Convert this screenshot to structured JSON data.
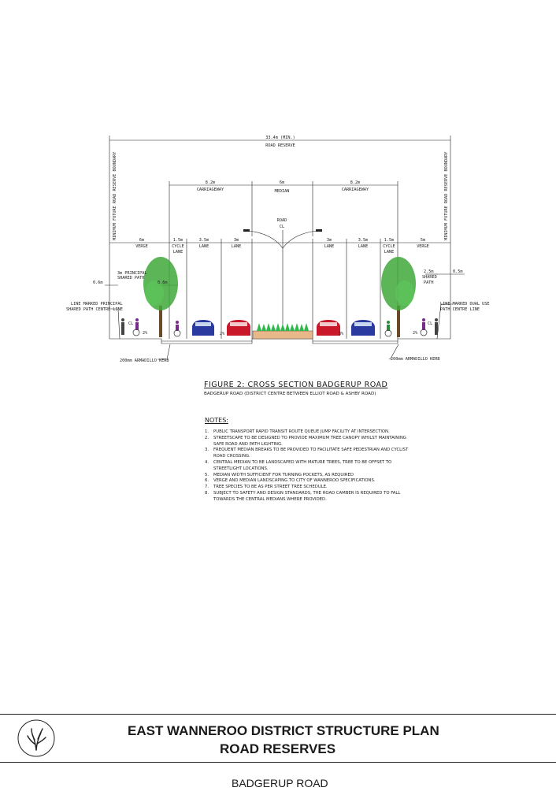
{
  "drawing": {
    "dimensions": {
      "road_reserve_width": "33.4m (MIN.)",
      "road_reserve": "ROAD RESERVE",
      "carriageway_left_width": "8.2m",
      "carriageway_left": "CARRIAGEWAY",
      "median_width": "6m",
      "median": "MEDIAN",
      "carriageway_right_width": "8.2m",
      "carriageway_right": "CARRIAGEWAY",
      "road_cl_1": "ROAD",
      "road_cl_2": "CL",
      "verge_left_width": "6m",
      "verge_left": "VERGE",
      "cycle_left_width": "1.5m",
      "cycle_left_1": "CYCLE",
      "cycle_left_2": "LANE",
      "lane_l1_width": "3.5m",
      "lane_l1": "LANE",
      "lane_l2_width": "3m",
      "lane_l2": "LANE",
      "lane_r1_width": "3m",
      "lane_r1": "LANE",
      "lane_r2_width": "3.5m",
      "lane_r2": "LANE",
      "cycle_right_width": "1.5m",
      "cycle_right_1": "CYCLE",
      "cycle_right_2": "LANE",
      "verge_right_width": "5m",
      "verge_right": "VERGE",
      "boundary_label": "MINIMUM FUTURE ROAD RESERVE BOUNDARY"
    },
    "annotations": {
      "offset_left": "0.6m",
      "path_left_1": "3m PRINCIPAL",
      "path_left_2": "SHARED PATH",
      "offset_left_tree": "0.6m",
      "line_left_1": "LINE MARKED PRINCIPAL",
      "line_left_2": "SHARED PATH CENTRE LINE",
      "cl_left": "CL",
      "fall_1": "2%",
      "fall_2": "2%",
      "fall_3": "3%",
      "fall_4": "2%",
      "cl_right": "CL",
      "path_right_width": "2.5m",
      "path_right_1": "SHARED",
      "path_right_2": "PATH",
      "offset_right": "0.5m",
      "line_right_1": "LINE MARKED DUAL USE",
      "line_right_2": "PATH CENTRE LINE",
      "kerb_left": "200mm ARMADILLO KERB",
      "kerb_right": "200mm ARMADILLO KERB"
    },
    "colors": {
      "car_blue": "#2a3a9e",
      "car_red": "#c8182a",
      "tree_green": "#3fa83a",
      "shrub_green": "#2fb84a",
      "median_fill": "#e9b88a",
      "lines": "#222222"
    }
  },
  "figure": {
    "title": "FIGURE 2: CROSS SECTION BADGERUP ROAD",
    "subtitle": "BADGERUP ROAD (DISTRICT CENTRE BETWEEN ELLIOT ROAD & ASHBY ROAD)"
  },
  "notes": {
    "heading": "NOTES:",
    "items": [
      {
        "num": "1.",
        "text": "PUBLIC TRANSPORT RAPID TRANSIT ROUTE QUEUE JUMP FACILITY AT INTERSECTION."
      },
      {
        "num": "2.",
        "text": "STREETSCAPE TO BE DESIGNED TO PROVIDE MAXIMUM TREE CANOPY WHILST MAINTAINING SAFE ROAD AND PATH LIGHTING."
      },
      {
        "num": "3.",
        "text": "FREQUENT MEDIAN BREAKS TO BE PROVIDED TO FACILITATE SAFE PEDESTRIAN AND CYCLIST ROAD CROSSING."
      },
      {
        "num": "4.",
        "text": "CENTRAL MEDIAN TO BE LANDSCAPED WITH MATURE TREES, TREE TO BE OFFSET TO STREETLIGHT LOCATIONS."
      },
      {
        "num": "5.",
        "text": "MEDIAN WIDTH SUFFICIENT FOR TURNING POCKETS, AS REQUIRED"
      },
      {
        "num": "6.",
        "text": "VERGE AND MEDIAN LANDSCAPING TO CITY OF WANNEROO SPECIFICATIONS."
      },
      {
        "num": "7.",
        "text": "TREE SPECIES TO BE AS PER STREET TREE SCHEDULE."
      },
      {
        "num": "8.",
        "text": "SUBJECT TO SAFETY AND DESIGN STANDARDS, THE ROAD CAMBER IS REQUIRED TO FALL TOWARDS THE CENTRAL MEDIANS WHERE PROVIDED."
      }
    ]
  },
  "title_block": {
    "line1": "EAST WANNEROO DISTRICT STRUCTURE PLAN",
    "line2": "ROAD RESERVES",
    "subject": "BADGERUP ROAD"
  }
}
